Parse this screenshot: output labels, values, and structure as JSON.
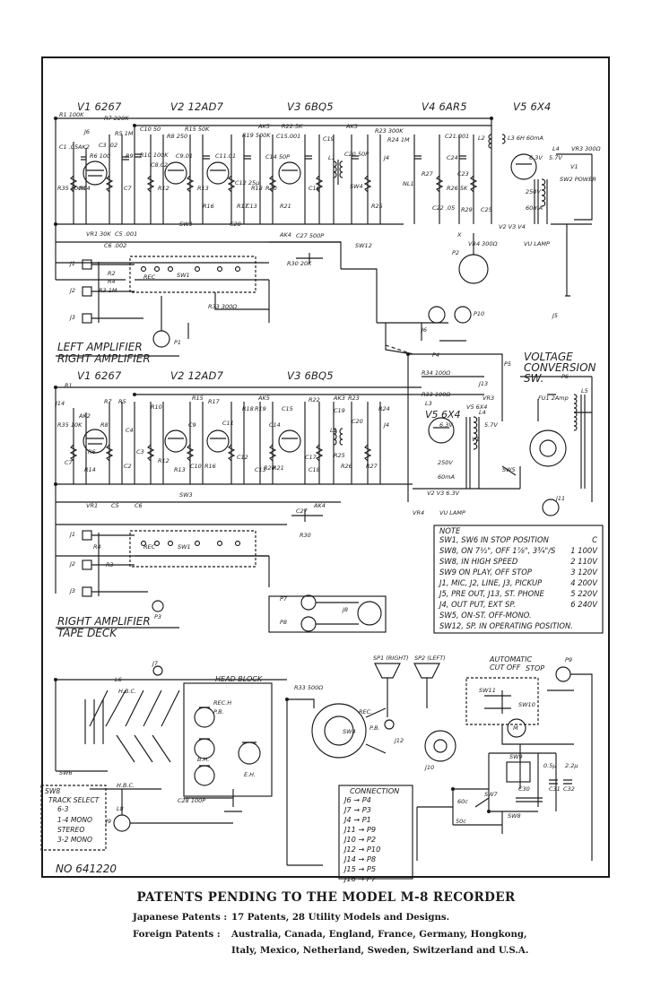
{
  "tubes": {
    "left": [
      "V1 6267",
      "V2 12AD7",
      "V3 6BQ5",
      "V4 6AR5",
      "V5 6X4"
    ],
    "right": [
      "V1 6267",
      "V2 12AD7",
      "V3 6BQ5",
      "V5 6X4"
    ]
  },
  "sections": {
    "left_amp": "LEFT AMPLIFIER",
    "right_amp_top": "RIGHT AMPLIFIER",
    "right_amp_bottom": "RIGHT AMPLIFIER",
    "tape_deck": "TAPE DECK",
    "voltage_conv": "VOLTAGE CONVERSION SW.",
    "head_block": "HEAD BLOCK",
    "auto_cutoff": "AUTOMATIC CUT OFF",
    "stop": "STOP",
    "serial": "NO 641220"
  },
  "left_parts": [
    "R1 100K",
    "J6",
    "R7 220K",
    "R5 1M",
    "C3 .02",
    "AK2",
    "R6 100",
    "C10 50",
    "R9",
    "R10 100K",
    "C8.02",
    "R8 250",
    "C9.01",
    "R15 50K",
    "C11.01",
    "AK5",
    "R19 500K",
    "C15.001",
    "R22.5K",
    "C14 50P",
    "AK3",
    "R23 300K",
    "C21.001",
    "L2",
    "L3 6H 60mA",
    "L4",
    "VR3 300Ω",
    "R24 1M",
    "C19",
    "C20 50P",
    "J4",
    "R26 5K",
    "R29",
    "C23",
    "C25",
    "C24",
    "C22 .05",
    "R27",
    "NL1",
    "6.3V",
    "5.7V",
    "V1",
    "SW2 POWER",
    "250V",
    "60mA",
    "VR4 300Ω",
    "VU LAMP",
    "X",
    "V2 V3 V4",
    "J1",
    "J2",
    "J3",
    "J5",
    "VR1 30K",
    "C5 .001",
    "C6 .002",
    "AK4",
    "C27 500P",
    "R30 20K",
    "R33 300Ω",
    "SW12",
    "SW1",
    "SW3",
    "REC",
    "P1",
    "P2",
    "J6",
    "P10",
    "R3 1M",
    "R2",
    "R4",
    "C1 .05",
    "R35 500K",
    "R14",
    "C7",
    "R12",
    "R13",
    "R16",
    "R17",
    "C12 25μ",
    "R18",
    "R20",
    "R21",
    "R25",
    "C13",
    "C16",
    "L1",
    "SW4",
    "C28"
  ],
  "right_parts": [
    "R1",
    "J14",
    "R35 10K",
    "AK2",
    "R7",
    "R8",
    "R5",
    "C4",
    "C3",
    "C2",
    "R10",
    "R12",
    "R15",
    "C9",
    "C10",
    "R17",
    "C11",
    "R16",
    "C12",
    "C13",
    "AK5",
    "R19",
    "C15",
    "R18",
    "R20",
    "R21",
    "C14",
    "R22",
    "AK3",
    "R23",
    "R24",
    "C19",
    "C20",
    "L1",
    "C17",
    "C18",
    "R26",
    "R27",
    "R25",
    "J4",
    "P4",
    "R34 100Ω",
    "R33 100Ω",
    "P5",
    "J13",
    "L3",
    "V5 6X4",
    "L4",
    "VR3",
    "P6",
    "FU1 2Amp",
    "L5",
    "6.3V",
    "5.7V",
    "V1",
    "250V",
    "60mA",
    "SW5",
    "J11",
    "V2 V3 6.3V",
    "VR4",
    "VU LAMP",
    "J1",
    "J2",
    "J3",
    "VR1",
    "C5",
    "C6",
    "R4",
    "R3",
    "R6",
    "C7",
    "R14",
    "R13",
    "SW1",
    "SW3",
    "REC",
    "C27",
    "AK4",
    "R30",
    "P3",
    "P7",
    "J8",
    "P8"
  ],
  "notes": {
    "header": "NOTE",
    "rows": [
      {
        "t": "SW1, SW6 IN STOP POSITION",
        "v": "C"
      },
      {
        "t": "SW8, ON 7½\", OFF 1⅞\", 3¾\"/S",
        "v": "1  100V"
      },
      {
        "t": "SW8, IN HIGH SPEED",
        "v": "2  110V"
      },
      {
        "t": "SW9 ON PLAY, OFF STOP",
        "v": "3  120V"
      },
      {
        "t": "J1, MIC, J2, LINE, J3, PICKUP",
        "v": "4  200V"
      },
      {
        "t": "J5, PRE OUT, J13, ST. PHONE",
        "v": "5  220V"
      },
      {
        "t": "J4, OUT PUT, EXT   SP.",
        "v": "6  240V"
      },
      {
        "t": "SW5, ON-ST. OFF-MONO.",
        "v": ""
      },
      {
        "t": "SW12, SP. IN OPERATING POSITION.",
        "v": ""
      }
    ]
  },
  "deck_parts": [
    "J7",
    "L6",
    "H.B.C.",
    "REC.H",
    "P.B.",
    "B.H.",
    "E.H.",
    "SW6",
    "H.B.C.",
    "L8",
    "J9",
    "C28 100P",
    "R33 500Ω",
    "REC.",
    "P.B.",
    "SW4",
    "J12",
    "SP1 (RIGHT)",
    "SP2 (LEFT)",
    "J10",
    "SW11",
    "SW10",
    "M",
    "SW9",
    "C30",
    "C31",
    "C32",
    "0.5μ",
    "2.2μ",
    "60c",
    "50c",
    "SW7",
    "SW8",
    "P9"
  ],
  "track": {
    "header": "SW8",
    "title": "TRACK SELECT",
    "sub": "6-3",
    "opts": [
      "1-4 MONO",
      "STEREO",
      "3-2 MONO"
    ]
  },
  "connection": {
    "header": "CONNECTION",
    "rows": [
      {
        "a": "J6",
        "b": "P4"
      },
      {
        "a": "J7",
        "b": "P3"
      },
      {
        "a": "J4",
        "b": "P1"
      },
      {
        "a": "J11",
        "b": "P9"
      },
      {
        "a": "J10",
        "b": "P2"
      },
      {
        "a": "J12",
        "b": "P10"
      },
      {
        "a": "J14",
        "b": "P8"
      },
      {
        "a": "J15",
        "b": "P5"
      },
      {
        "a": "J16",
        "b": "P7"
      }
    ]
  },
  "footer": {
    "title": "PATENTS PENDING TO THE MODEL M-8 RECORDER",
    "jp_label": "Japanese Patents :",
    "jp_text": "17 Patents, 28 Utility Models and Designs.",
    "fp_label": "Foreign Patents  :",
    "fp_text1": "Australia, Canada, England, France, Germany, Hongkong,",
    "fp_text2": "Italy, Mexico, Netherland, Sweden, Switzerland and U.S.A."
  }
}
